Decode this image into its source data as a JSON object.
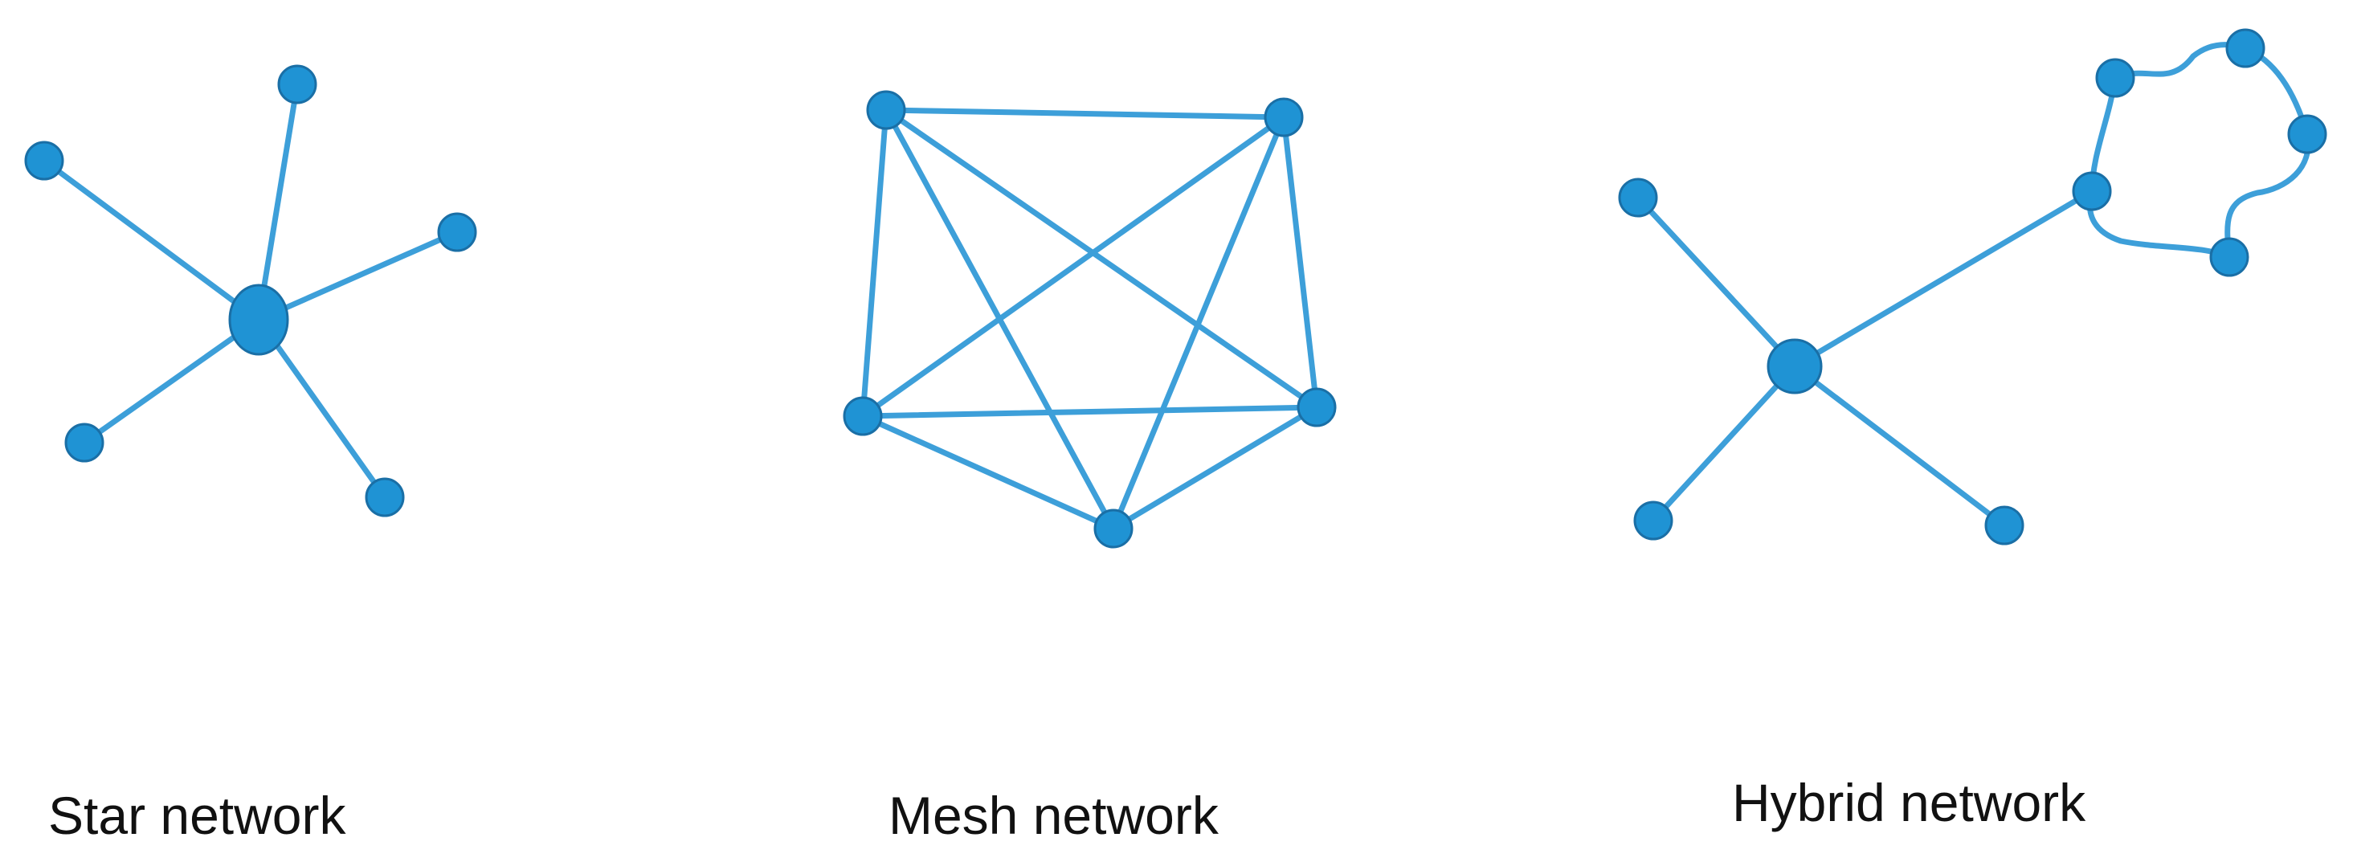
{
  "diagrams": [
    {
      "id": "star",
      "caption": "Star network"
    },
    {
      "id": "mesh",
      "caption": "Mesh network"
    },
    {
      "id": "hybrid",
      "caption": "Hybrid network"
    }
  ],
  "colors": {
    "node_fill": "#1f93d4",
    "node_stroke": "#1a6fa6",
    "edge": "#3d9fd9",
    "text": "#111111"
  }
}
